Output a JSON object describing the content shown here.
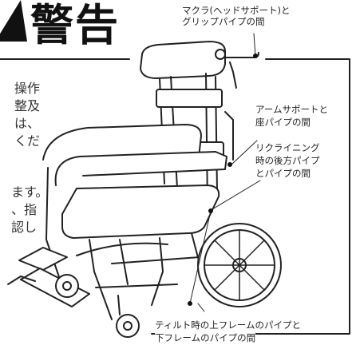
{
  "warning": {
    "title": "警告",
    "icon": "warning-triangle-icon",
    "accent_color": "#111111"
  },
  "body_text": {
    "paragraph1": [
      "操作",
      "整及",
      "は、",
      "くだ"
    ],
    "paragraph2": [
      "ます。",
      "、指",
      "認し"
    ]
  },
  "callouts": {
    "headrest": [
      "マクラ(ヘッドサポート)と",
      "グリップパイプの間"
    ],
    "armrest": [
      "アームサポートと",
      "座パイプの間"
    ],
    "recline": [
      "リクライニング",
      "時の後方パイプ",
      "とパイプの間"
    ],
    "tilt": [
      "ティルト時の上フレームのパイプと",
      "下フレームのパイプの間"
    ]
  },
  "illustration": {
    "subject": "wheelchair-illustration"
  }
}
